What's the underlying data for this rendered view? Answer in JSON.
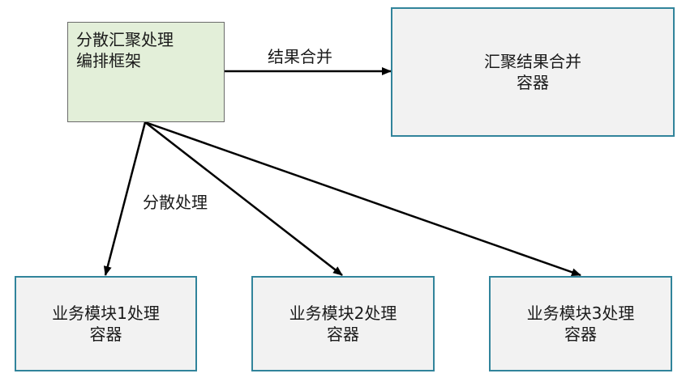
{
  "diagram": {
    "orchestrator": {
      "line1": "分散汇聚处理",
      "line2": "编排框架"
    },
    "aggregator": {
      "line1": "汇聚结果合并",
      "line2": "容器"
    },
    "modules": [
      {
        "line1": "业务模块1处理",
        "line2": "容器"
      },
      {
        "line1": "业务模块2处理",
        "line2": "容器"
      },
      {
        "line1": "业务模块3处理",
        "line2": "容器"
      }
    ],
    "edges": {
      "merge_label": "结果合并",
      "scatter_label": "分散处理"
    },
    "colors": {
      "box_border": "#31849b",
      "box_fill": "#f2f2f2",
      "orchestrator_fill": "#e3efd9",
      "arrow": "#000000"
    }
  }
}
